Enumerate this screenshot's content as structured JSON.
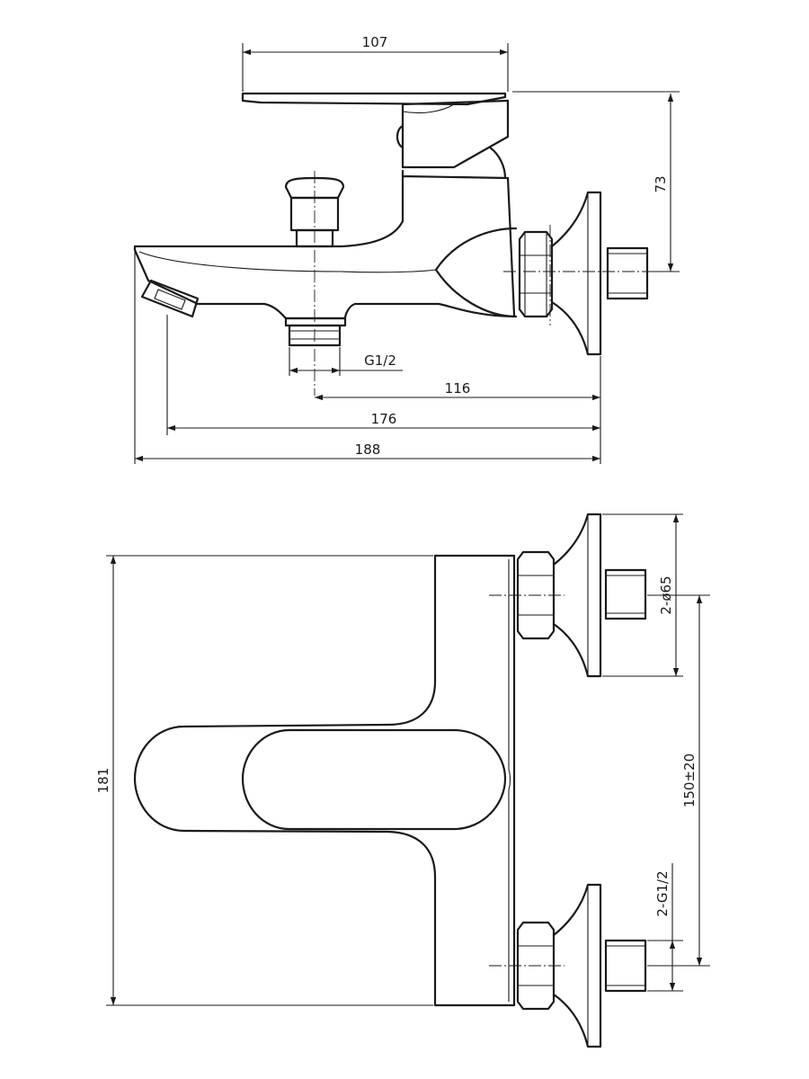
{
  "side_view": {
    "dims": {
      "width_top": "107",
      "height_lever": "73",
      "thread": "G1/2",
      "d116": "116",
      "d176": "176",
      "d188": "188"
    }
  },
  "top_view": {
    "dims": {
      "height": "181",
      "flange_dia": "2-ø65",
      "inlet_thread": "2-G1/2",
      "center_distance": "150±20"
    }
  }
}
